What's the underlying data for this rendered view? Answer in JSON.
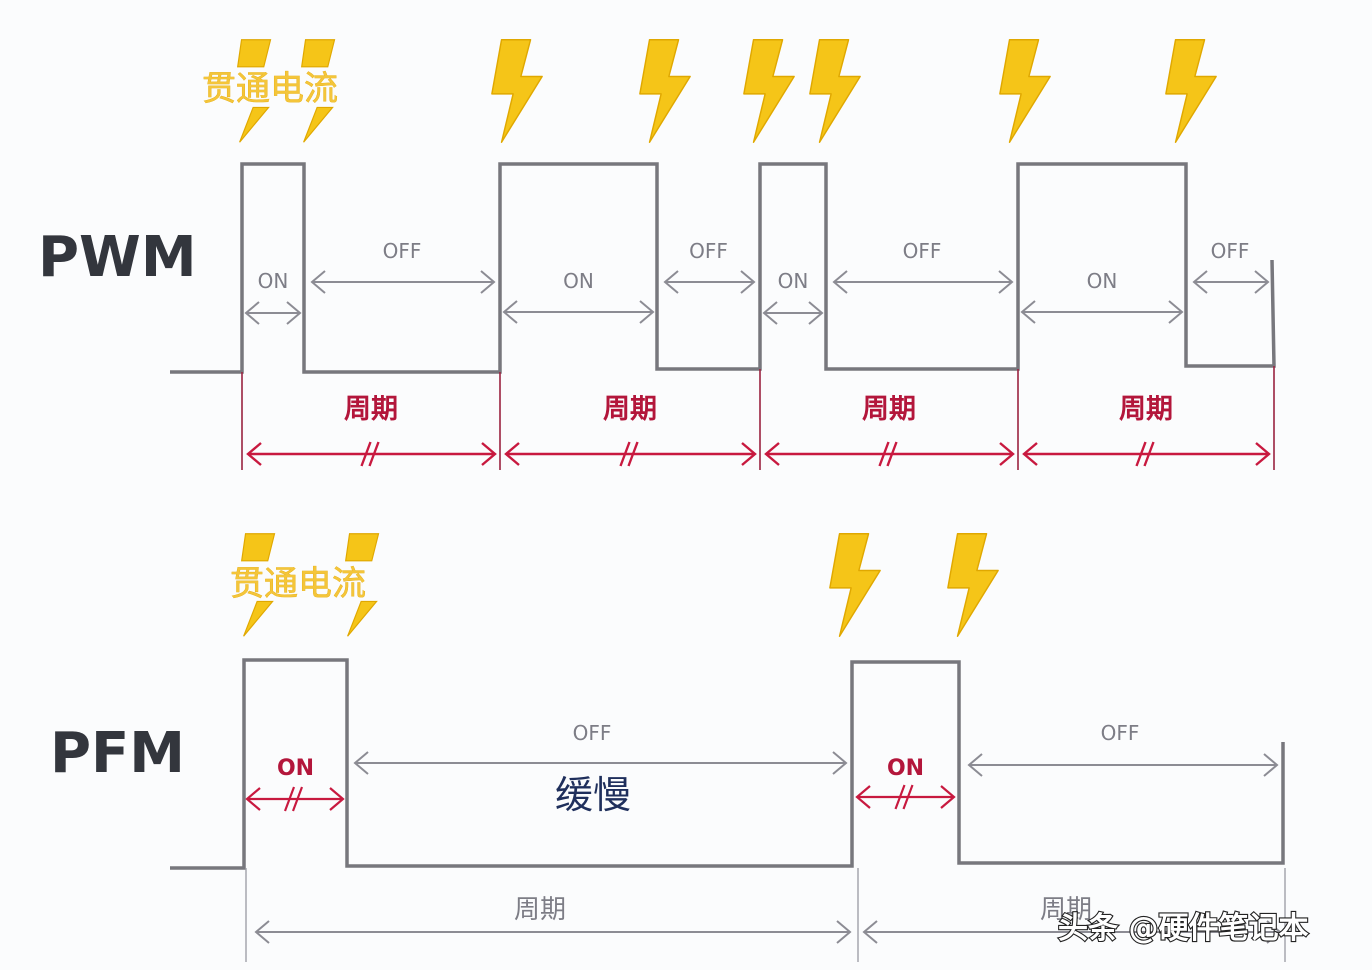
{
  "diagram": {
    "colors": {
      "waveform": "#77777d",
      "dim_arrow_grey": "#8c8c94",
      "period_red": "#c8193f",
      "text_grey": "#7d7d86",
      "lightning_fill": "#f5c518",
      "lightning_edge": "#e0a800",
      "title_dark": "#33363d",
      "slow_text": "#1f2f5c"
    },
    "pwm": {
      "title": "PWM",
      "shoot_through_label": "贯通电流",
      "on_label": "ON",
      "off_label": "OFF",
      "period_label": "周期",
      "period_count": 4,
      "period_note": "all periods equal (//)",
      "pulses": [
        {
          "on_label": "ON",
          "off_label": "OFF",
          "on_share": 0.25,
          "note": "short on-time"
        },
        {
          "on_label": "ON",
          "off_label": "OFF",
          "on_share": 0.6
        },
        {
          "on_label": "ON",
          "off_label": "OFF",
          "on_share": 0.25
        },
        {
          "on_label": "ON",
          "off_label": "OFF",
          "on_share": 0.67
        }
      ]
    },
    "pfm": {
      "title": "PFM",
      "shoot_through_label": "贯通电流",
      "on_label": "ON",
      "off_label": "OFF",
      "slow_label": "缓慢",
      "period_label": "周期",
      "period_note": "on-time fixed (//), off-time varies",
      "pulses": [
        {
          "on_label": "ON",
          "off_label": "OFF",
          "period_label": "周期"
        },
        {
          "on_label": "ON",
          "off_label": "OFF",
          "period_label": "周期"
        }
      ]
    },
    "lightning_count": {
      "pwm": 8,
      "pfm": 4
    },
    "watermark": "头条 @硬件笔记本"
  }
}
